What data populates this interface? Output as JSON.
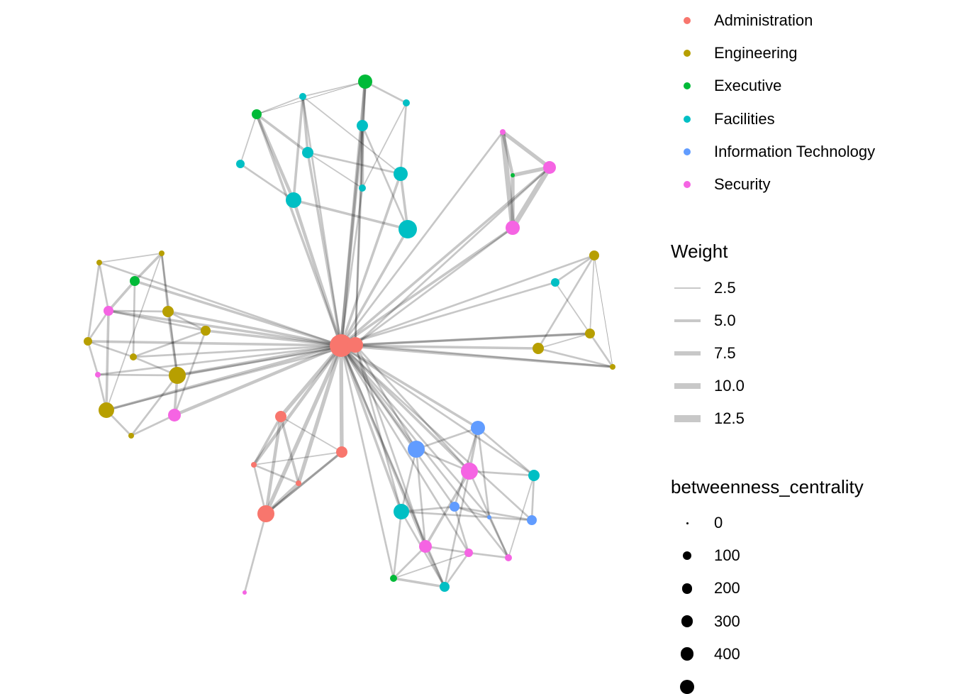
{
  "legend_department": {
    "items": [
      {
        "label": "Administration",
        "color": "#F8766D"
      },
      {
        "label": "Engineering",
        "color": "#B79F00"
      },
      {
        "label": "Executive",
        "color": "#00BA38"
      },
      {
        "label": "Facilities",
        "color": "#00BFC4"
      },
      {
        "label": "Information Technology",
        "color": "#619CFF"
      },
      {
        "label": "Security",
        "color": "#F564E3"
      }
    ]
  },
  "legend_weight": {
    "title": "Weight",
    "items": [
      {
        "label": "2.5",
        "value": 2.5
      },
      {
        "label": "5.0",
        "value": 5.0
      },
      {
        "label": "7.5",
        "value": 7.5
      },
      {
        "label": "10.0",
        "value": 10.0
      },
      {
        "label": "12.5",
        "value": 12.5
      }
    ]
  },
  "legend_size": {
    "title": "betweenness_centrality",
    "items": [
      {
        "label": "0",
        "value": 0
      },
      {
        "label": "100",
        "value": 100
      },
      {
        "label": "200",
        "value": 200
      },
      {
        "label": "300",
        "value": 300
      },
      {
        "label": "400",
        "value": 400
      },
      {
        "label": "",
        "value": 500
      }
    ]
  },
  "edge_color": "#000000",
  "nodes": [
    {
      "dept": 0,
      "b": 2025
    },
    {
      "dept": 0,
      "b": 803
    },
    {
      "dept": 0,
      "b": 336
    },
    {
      "dept": 0,
      "b": 336
    },
    {
      "dept": 0,
      "b": 25
    },
    {
      "dept": 0,
      "b": 25
    },
    {
      "dept": 0,
      "b": 1003
    },
    {
      "dept": 1,
      "b": 25
    },
    {
      "dept": 1,
      "b": 25
    },
    {
      "dept": 1,
      "b": 336
    },
    {
      "dept": 1,
      "b": 225
    },
    {
      "dept": 1,
      "b": 136
    },
    {
      "dept": 1,
      "b": 69
    },
    {
      "dept": 1,
      "b": 1003
    },
    {
      "dept": 1,
      "b": 803
    },
    {
      "dept": 1,
      "b": 25
    },
    {
      "dept": 1,
      "b": 225
    },
    {
      "dept": 1,
      "b": 225
    },
    {
      "dept": 1,
      "b": 336
    },
    {
      "dept": 1,
      "b": 25
    },
    {
      "dept": 2,
      "b": 625
    },
    {
      "dept": 2,
      "b": 225
    },
    {
      "dept": 2,
      "b": 225
    },
    {
      "dept": 2,
      "b": 3
    },
    {
      "dept": 2,
      "b": 69
    },
    {
      "dept": 3,
      "b": 69
    },
    {
      "dept": 3,
      "b": 69
    },
    {
      "dept": 3,
      "b": 336
    },
    {
      "dept": 3,
      "b": 336
    },
    {
      "dept": 3,
      "b": 136
    },
    {
      "dept": 3,
      "b": 625
    },
    {
      "dept": 3,
      "b": 69
    },
    {
      "dept": 3,
      "b": 803
    },
    {
      "dept": 3,
      "b": 1225
    },
    {
      "dept": 3,
      "b": 136
    },
    {
      "dept": 3,
      "b": 336
    },
    {
      "dept": 3,
      "b": 803
    },
    {
      "dept": 3,
      "b": 225
    },
    {
      "dept": 4,
      "b": 625
    },
    {
      "dept": 4,
      "b": 1003
    },
    {
      "dept": 4,
      "b": 225
    },
    {
      "dept": 4,
      "b": 3
    },
    {
      "dept": 4,
      "b": 225
    },
    {
      "dept": 5,
      "b": 25
    },
    {
      "dept": 5,
      "b": 469
    },
    {
      "dept": 5,
      "b": 625
    },
    {
      "dept": 5,
      "b": 225
    },
    {
      "dept": 5,
      "b": 25
    },
    {
      "dept": 5,
      "b": 469
    },
    {
      "dept": 5,
      "b": 1003
    },
    {
      "dept": 5,
      "b": 469
    },
    {
      "dept": 5,
      "b": 136
    },
    {
      "dept": 5,
      "b": 69
    },
    {
      "dept": 5,
      "b": 3
    }
  ],
  "edges": [
    [
      0,
      20,
      5
    ],
    [
      0,
      21,
      4
    ],
    [
      0,
      25,
      3
    ],
    [
      0,
      27,
      5
    ],
    [
      0,
      28,
      4
    ],
    [
      0,
      30,
      4
    ],
    [
      0,
      31,
      3
    ],
    [
      0,
      32,
      5
    ],
    [
      0,
      33,
      4
    ],
    [
      0,
      43,
      3
    ],
    [
      0,
      44,
      4
    ],
    [
      0,
      45,
      4
    ],
    [
      0,
      8,
      3
    ],
    [
      0,
      9,
      4
    ],
    [
      0,
      10,
      4
    ],
    [
      0,
      11,
      4
    ],
    [
      0,
      12,
      3
    ],
    [
      0,
      13,
      5
    ],
    [
      0,
      14,
      4
    ],
    [
      0,
      22,
      4
    ],
    [
      0,
      46,
      4
    ],
    [
      0,
      47,
      3
    ],
    [
      0,
      48,
      5
    ],
    [
      0,
      16,
      3
    ],
    [
      0,
      17,
      4
    ],
    [
      0,
      18,
      4
    ],
    [
      0,
      19,
      4
    ],
    [
      0,
      34,
      3
    ],
    [
      0,
      2,
      6
    ],
    [
      0,
      3,
      6
    ],
    [
      0,
      4,
      5
    ],
    [
      0,
      5,
      6
    ],
    [
      0,
      6,
      6
    ],
    [
      0,
      38,
      4
    ],
    [
      0,
      39,
      4
    ],
    [
      0,
      40,
      3
    ],
    [
      0,
      41,
      3
    ],
    [
      0,
      42,
      3
    ],
    [
      0,
      35,
      3
    ],
    [
      0,
      36,
      4
    ],
    [
      0,
      37,
      3
    ],
    [
      0,
      49,
      4
    ],
    [
      0,
      50,
      4
    ],
    [
      0,
      51,
      3
    ],
    [
      0,
      52,
      3
    ],
    [
      0,
      24,
      3
    ],
    [
      1,
      20,
      3
    ],
    [
      1,
      27,
      3
    ],
    [
      1,
      44,
      3
    ],
    [
      1,
      45,
      3
    ],
    [
      1,
      17,
      3
    ],
    [
      1,
      19,
      3
    ],
    [
      1,
      13,
      3
    ],
    [
      1,
      14,
      3
    ],
    [
      1,
      39,
      3
    ],
    [
      1,
      49,
      3
    ],
    [
      1,
      50,
      3
    ],
    [
      1,
      36,
      3
    ],
    [
      2,
      4,
      4
    ],
    [
      2,
      5,
      4
    ],
    [
      2,
      6,
      5
    ],
    [
      2,
      3,
      2
    ],
    [
      3,
      4,
      2
    ],
    [
      3,
      6,
      4
    ],
    [
      4,
      5,
      3
    ],
    [
      4,
      6,
      3
    ],
    [
      5,
      6,
      5
    ],
    [
      6,
      53,
      3
    ],
    [
      6,
      3,
      3
    ],
    [
      20,
      21,
      1
    ],
    [
      20,
      25,
      2
    ],
    [
      20,
      26,
      3
    ],
    [
      20,
      27,
      5
    ],
    [
      21,
      28,
      4
    ],
    [
      21,
      29,
      2
    ],
    [
      21,
      32,
      5
    ],
    [
      25,
      28,
      4
    ],
    [
      25,
      32,
      4
    ],
    [
      27,
      31,
      5
    ],
    [
      28,
      30,
      3
    ],
    [
      30,
      33,
      4
    ],
    [
      26,
      30,
      3
    ],
    [
      26,
      31,
      2
    ],
    [
      29,
      32,
      3
    ],
    [
      32,
      33,
      4
    ],
    [
      25,
      30,
      2
    ],
    [
      21,
      25,
      2
    ],
    [
      27,
      33,
      3
    ],
    [
      28,
      31,
      2
    ],
    [
      43,
      44,
      6
    ],
    [
      43,
      45,
      8
    ],
    [
      44,
      45,
      8
    ],
    [
      23,
      44,
      6
    ],
    [
      23,
      43,
      5
    ],
    [
      23,
      45,
      6
    ],
    [
      7,
      8,
      2
    ],
    [
      7,
      9,
      3
    ],
    [
      7,
      13,
      3
    ],
    [
      7,
      22,
      4
    ],
    [
      8,
      11,
      3
    ],
    [
      8,
      46,
      3
    ],
    [
      9,
      10,
      3
    ],
    [
      9,
      13,
      4
    ],
    [
      9,
      46,
      3
    ],
    [
      10,
      12,
      3
    ],
    [
      11,
      12,
      3
    ],
    [
      11,
      46,
      3
    ],
    [
      11,
      47,
      3
    ],
    [
      12,
      13,
      3
    ],
    [
      13,
      48,
      4
    ],
    [
      13,
      15,
      3
    ],
    [
      14,
      15,
      3
    ],
    [
      14,
      46,
      4
    ],
    [
      14,
      47,
      3
    ],
    [
      15,
      48,
      3
    ],
    [
      22,
      46,
      4
    ],
    [
      22,
      12,
      3
    ],
    [
      47,
      13,
      3
    ],
    [
      10,
      48,
      3
    ],
    [
      7,
      14,
      2
    ],
    [
      46,
      10,
      3
    ],
    [
      16,
      17,
      2
    ],
    [
      16,
      19,
      1
    ],
    [
      16,
      34,
      3
    ],
    [
      17,
      18,
      2
    ],
    [
      17,
      19,
      3
    ],
    [
      18,
      19,
      3
    ],
    [
      34,
      17,
      2
    ],
    [
      16,
      18,
      3
    ],
    [
      38,
      40,
      3
    ],
    [
      38,
      49,
      4
    ],
    [
      38,
      41,
      3
    ],
    [
      38,
      35,
      3
    ],
    [
      39,
      49,
      3
    ],
    [
      39,
      36,
      3
    ],
    [
      39,
      50,
      3
    ],
    [
      40,
      41,
      3
    ],
    [
      40,
      36,
      3
    ],
    [
      40,
      51,
      3
    ],
    [
      41,
      42,
      3
    ],
    [
      41,
      52,
      3
    ],
    [
      42,
      35,
      3
    ],
    [
      49,
      35,
      3
    ],
    [
      49,
      50,
      4
    ],
    [
      49,
      37,
      3
    ],
    [
      50,
      37,
      4
    ],
    [
      50,
      24,
      3
    ],
    [
      51,
      52,
      3
    ],
    [
      51,
      37,
      3
    ],
    [
      36,
      24,
      3
    ],
    [
      36,
      37,
      3
    ],
    [
      24,
      37,
      4
    ],
    [
      35,
      52,
      2
    ],
    [
      36,
      41,
      3
    ],
    [
      39,
      38,
      3
    ],
    [
      50,
      51,
      3
    ],
    [
      24,
      51,
      2
    ],
    [
      40,
      42,
      3
    ],
    [
      49,
      52,
      3
    ]
  ]
}
